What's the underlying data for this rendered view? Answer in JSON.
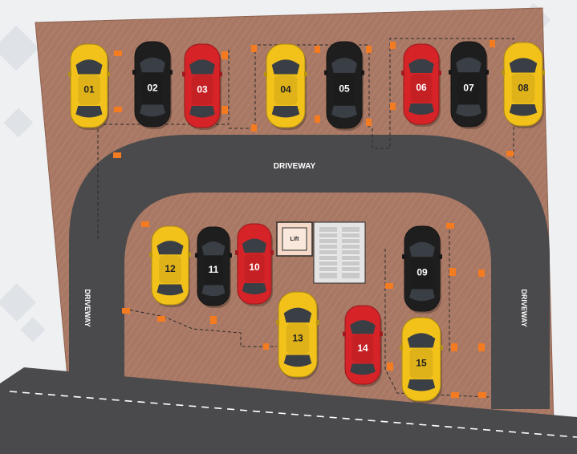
{
  "colors": {
    "background": "#eef0f2",
    "lot_fill": "#a87864",
    "lot_edge": "#8e6250",
    "driveway": "#4a4a4c",
    "marker": "#f47b20",
    "dashed_line": "#2a2a2a",
    "lift_fill": "#f6d9c8",
    "stairs_fill": "#c9c9c9",
    "car_colors": {
      "yellow": "#f2c21b",
      "black": "#1e1e1e",
      "red": "#d62327",
      "silver": "#c4c4c4"
    }
  },
  "labels": {
    "driveway_top": "DRIVEWAY",
    "driveway_left": "DRIVEWAY",
    "driveway_right": "DRIVEWAY",
    "lift": "Lift"
  },
  "cars": [
    {
      "label": "01",
      "color": "yellow",
      "text_color": "#222222"
    },
    {
      "label": "02",
      "color": "black",
      "text_color": "#ffffff"
    },
    {
      "label": "03",
      "color": "red",
      "text_color": "#ffffff"
    },
    {
      "label": "04",
      "color": "yellow",
      "text_color": "#222222"
    },
    {
      "label": "05",
      "color": "black",
      "text_color": "#ffffff"
    },
    {
      "label": "06",
      "color": "red",
      "text_color": "#ffffff"
    },
    {
      "label": "07",
      "color": "black",
      "text_color": "#ffffff"
    },
    {
      "label": "08",
      "color": "yellow",
      "text_color": "#222222"
    },
    {
      "label": "09",
      "color": "black",
      "text_color": "#ffffff"
    },
    {
      "label": "10",
      "color": "red",
      "text_color": "#ffffff"
    },
    {
      "label": "11",
      "color": "black",
      "text_color": "#ffffff"
    },
    {
      "label": "12",
      "color": "yellow",
      "text_color": "#222222"
    },
    {
      "label": "13",
      "color": "yellow",
      "text_color": "#222222"
    },
    {
      "label": "14",
      "color": "red",
      "text_color": "#ffffff"
    },
    {
      "label": "15",
      "color": "yellow",
      "text_color": "#222222"
    }
  ]
}
